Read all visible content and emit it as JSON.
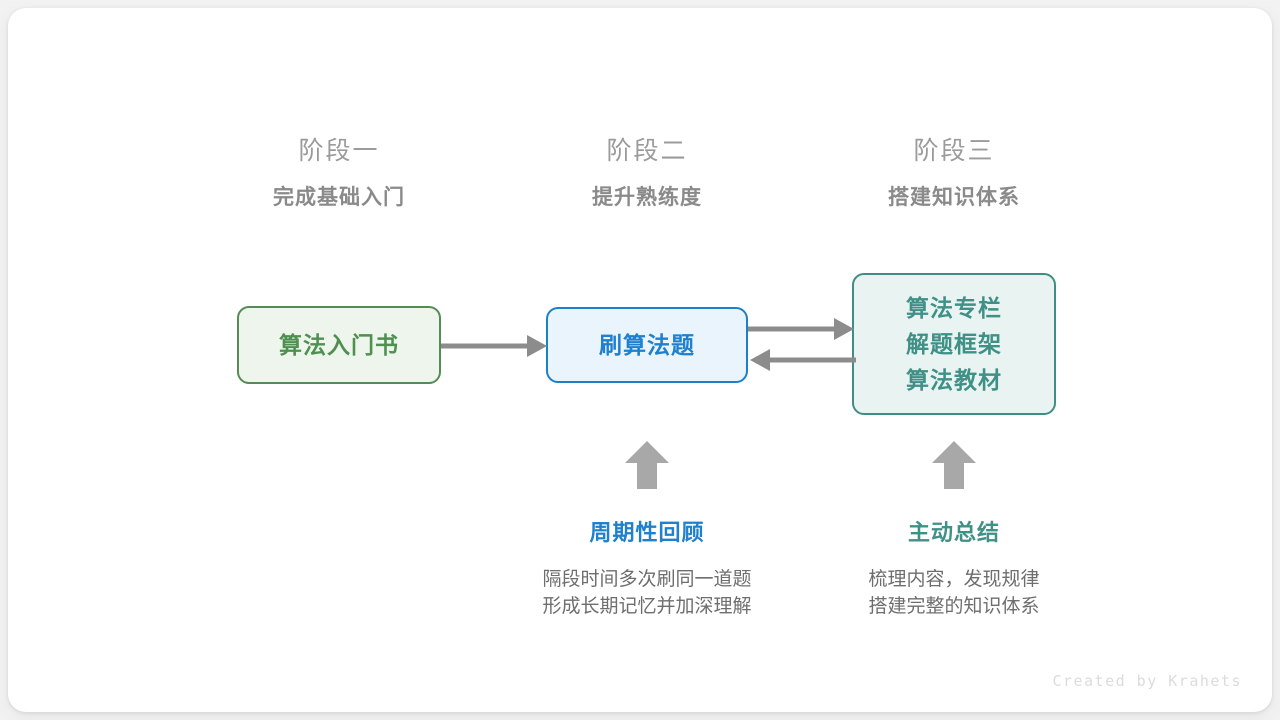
{
  "canvas": {
    "background": "#f2f2f2",
    "card_background": "#ffffff",
    "watermark": "Created by Krahets"
  },
  "palette": {
    "green": "#4f9050",
    "green_border": "#558c55",
    "green_fill": "#eef5ec",
    "blue": "#1f80cd",
    "blue_border": "#1c80c9",
    "blue_fill": "#e9f4fd",
    "teal": "#3f9087",
    "teal_border": "#3f8d85",
    "teal_fill": "#e9f3f1",
    "arrow_gray": "#8c8c8c",
    "heading_gray": "#9b9b9b",
    "subheading_gray": "#8a8a8a",
    "body_gray": "#6e6e6e"
  },
  "stages": [
    {
      "title": "阶段一",
      "subtitle": "完成基础入门"
    },
    {
      "title": "阶段二",
      "subtitle": "提升熟练度"
    },
    {
      "title": "阶段三",
      "subtitle": "搭建知识体系"
    }
  ],
  "nodes": [
    {
      "id": "intro-book",
      "lines": [
        "算法入门书"
      ],
      "color": "green"
    },
    {
      "id": "practice-problems",
      "lines": [
        "刷算法题"
      ],
      "color": "blue"
    },
    {
      "id": "knowledge-sources",
      "lines": [
        "算法专栏",
        "解题框架",
        "算法教材"
      ],
      "color": "teal"
    }
  ],
  "connectors": [
    {
      "id": "book-to-practice",
      "from": "intro-book",
      "to": "practice-problems",
      "direction": "right"
    },
    {
      "id": "practice-to-sources",
      "from": "practice-problems",
      "to": "knowledge-sources",
      "direction": "right"
    },
    {
      "id": "sources-to-practice",
      "from": "knowledge-sources",
      "to": "practice-problems",
      "direction": "left"
    },
    {
      "id": "review-up-arrow",
      "target": "practice-problems",
      "direction": "up"
    },
    {
      "id": "summary-up-arrow",
      "target": "knowledge-sources",
      "direction": "up"
    }
  ],
  "captions": [
    {
      "id": "periodic-review",
      "title": "周期性回顾",
      "color": "blue",
      "desc_lines": [
        "隔段时间多次刷同一道题",
        "形成长期记忆并加深理解"
      ]
    },
    {
      "id": "active-summary",
      "title": "主动总结",
      "color": "teal",
      "desc_lines": [
        "梳理内容，发现规律",
        "搭建完整的知识体系"
      ]
    }
  ]
}
